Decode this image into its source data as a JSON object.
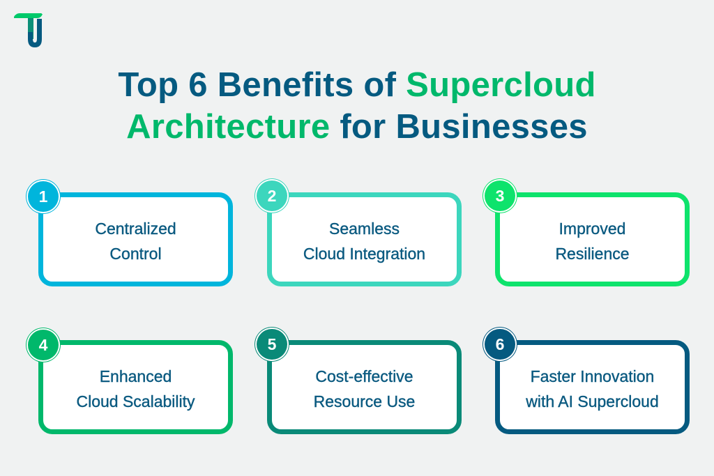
{
  "logo": {
    "icon": "brand-logo-icon",
    "colors": {
      "top": "#00c96a",
      "stem": "#0b8f78",
      "bowl": "#055a80"
    }
  },
  "title": {
    "line1_part1": "Top 6 Benefits of ",
    "line1_accent": "Supercloud",
    "line2_accent": "Architecture",
    "line2_part2": " for Businesses",
    "colors": {
      "primary": "#055a80",
      "accent": "#00b86b"
    }
  },
  "benefits": [
    {
      "number": "1",
      "line1": "Centralized",
      "line2": "Control",
      "color": "#00b5dc"
    },
    {
      "number": "2",
      "line1": "Seamless",
      "line2": "Cloud Integration",
      "color": "#3cd6bd"
    },
    {
      "number": "3",
      "line1": "Improved",
      "line2": "Resilience",
      "color": "#0ee36c"
    },
    {
      "number": "4",
      "line1": "Enhanced",
      "line2": "Cloud Scalability",
      "color": "#00b86b"
    },
    {
      "number": "5",
      "line1": "Cost-effective",
      "line2": "Resource Use",
      "color": "#0a8a78"
    },
    {
      "number": "6",
      "line1": "Faster Innovation",
      "line2": "with AI Supercloud",
      "color": "#055a80"
    }
  ]
}
